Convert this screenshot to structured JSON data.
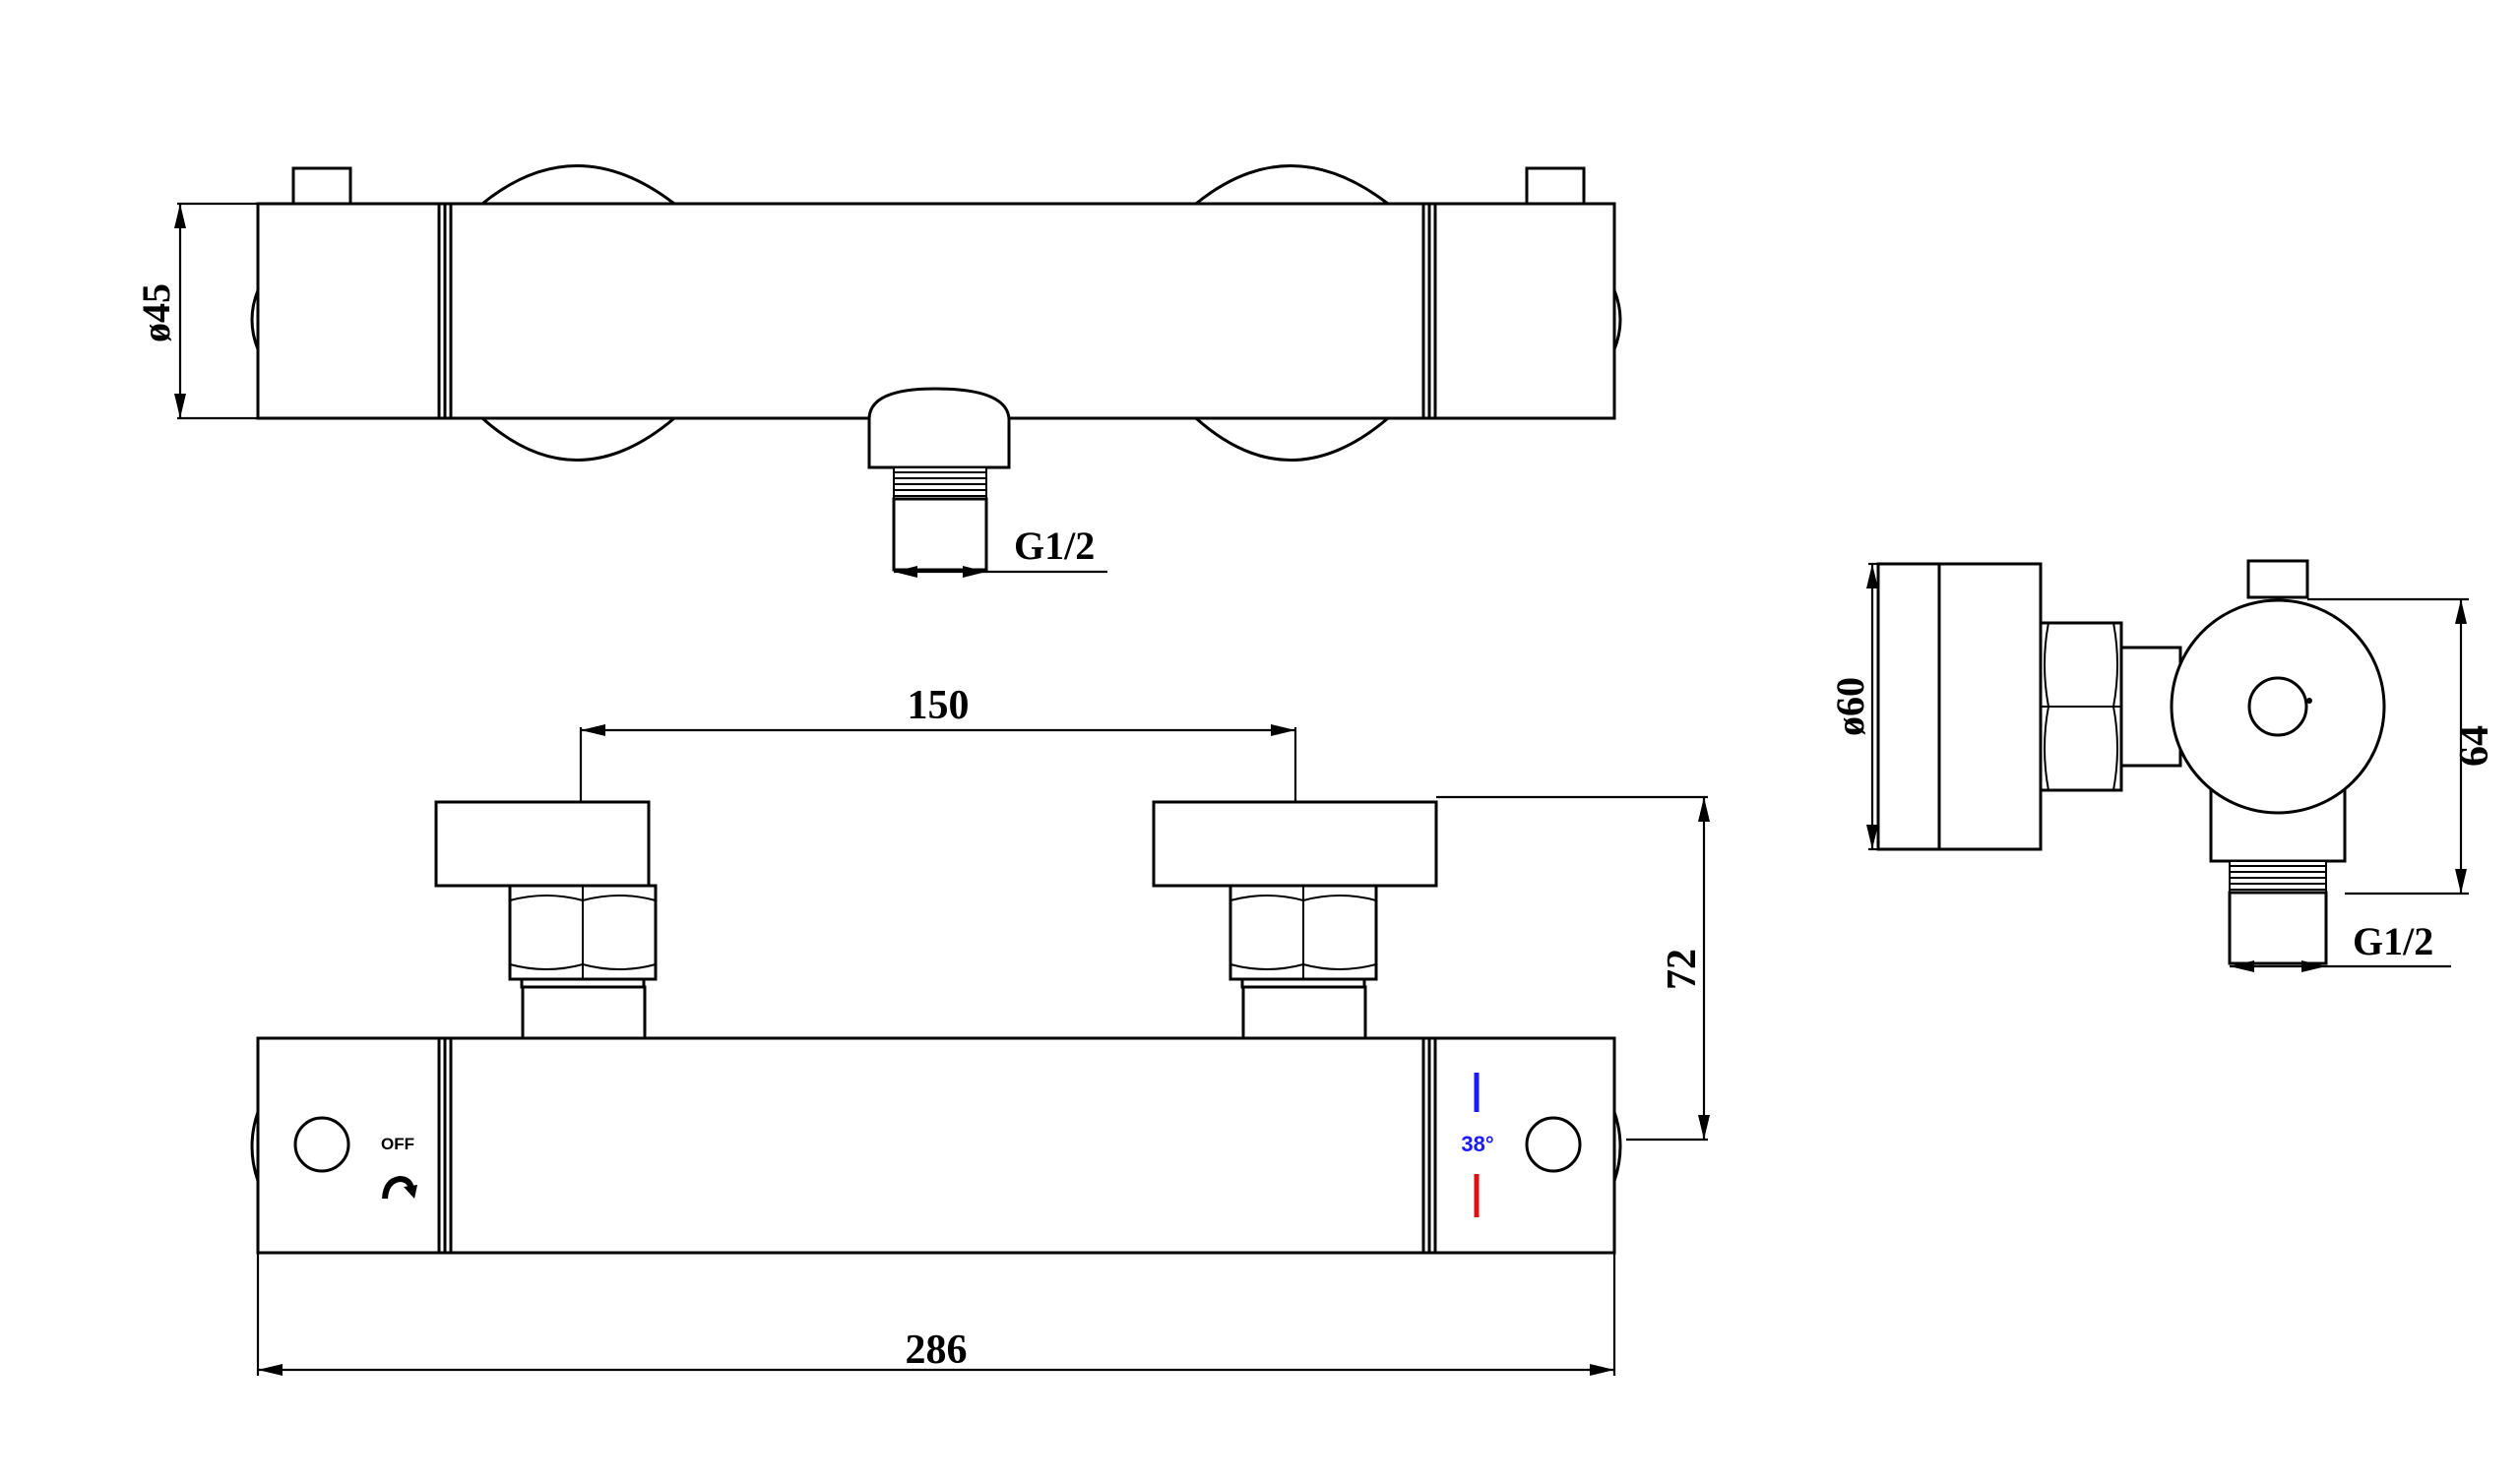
{
  "colors": {
    "line": "#000000",
    "background": "#ffffff",
    "cold_mark": "#1a1aff",
    "hot_mark": "#e01010",
    "temp_text": "#1a1aff"
  },
  "top_view": {
    "diameter_label": "ø45",
    "outlet_thread_label": "G1/2"
  },
  "front_view": {
    "center_distance_label": "150",
    "depth_label": "72",
    "overall_length_label": "286",
    "off_label": "OFF",
    "temperature_label": "38°"
  },
  "side_view": {
    "diameter_label": "ø60",
    "height_label": "64",
    "outlet_thread_label": "G1/2"
  },
  "icons": {
    "flow_icon": "curved-arrow-icon",
    "cold_indicator": "blue-bar",
    "hot_indicator": "red-bar"
  }
}
